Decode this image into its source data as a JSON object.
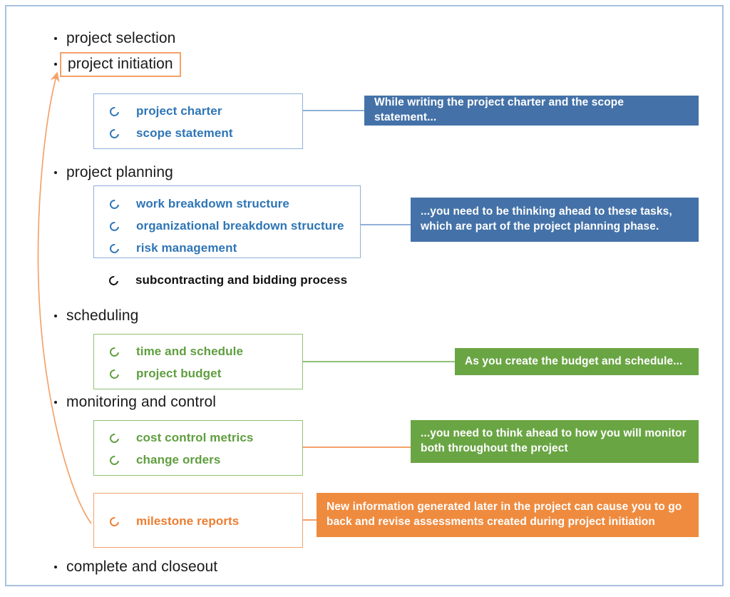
{
  "frame": {
    "border_color": "#a9c0e0"
  },
  "palette": {
    "blue_box_border": "#8fb0d8",
    "blue_text": "#2e75b6",
    "blue_callout_bg": "#4472a8",
    "green_box_border": "#91c177",
    "green_text": "#5f9e3f",
    "green_callout_bg": "#6aa544",
    "orange_box_border": "#f4a26a",
    "orange_text": "#ed7d31",
    "orange_callout_bg": "#ef8b3f",
    "black_text": "#111111"
  },
  "phases": [
    {
      "label": "project selection",
      "highlighted": false
    },
    {
      "label": "project initiation",
      "highlighted": true
    },
    {
      "label": "project planning",
      "highlighted": false
    },
    {
      "label": "scheduling",
      "highlighted": false
    },
    {
      "label": "monitoring and control",
      "highlighted": false
    },
    {
      "label": "complete and closeout",
      "highlighted": false
    }
  ],
  "groups": [
    {
      "name": "initiation-deliverables",
      "color": "blue",
      "items": [
        "project charter",
        "scope statement"
      ]
    },
    {
      "name": "planning-deliverables",
      "color": "blue",
      "items": [
        "work breakdown structure",
        "organizational breakdown structure",
        "risk management"
      ]
    },
    {
      "name": "scheduling-deliverables",
      "color": "green",
      "items": [
        "time and schedule",
        "project budget"
      ]
    },
    {
      "name": "monitoring-deliverables",
      "color": "green",
      "items": [
        "cost control metrics",
        "change orders"
      ]
    },
    {
      "name": "milestone-deliverables",
      "color": "orange",
      "items": [
        "milestone reports"
      ]
    }
  ],
  "standalone_item": {
    "label": "subcontracting and bidding process",
    "color": "black"
  },
  "callouts": [
    {
      "name": "charter-callout",
      "color": "blue",
      "lines": [
        "While writing the project charter and the scope statement..."
      ]
    },
    {
      "name": "planning-callout",
      "color": "blue",
      "lines": [
        "...you need to be thinking ahead to these tasks,",
        "which are part of the project planning phase."
      ]
    },
    {
      "name": "budget-callout",
      "color": "green",
      "lines": [
        "As you create the budget and schedule..."
      ]
    },
    {
      "name": "monitor-callout",
      "color": "green",
      "lines": [
        "...you need to think ahead to how you will monitor",
        "both throughout the project"
      ]
    },
    {
      "name": "revision-callout",
      "color": "orange",
      "lines": [
        "New information generated later in the project can cause you to go",
        "back and revise assessments created during project initiation"
      ]
    }
  ],
  "feedback_arrow": {
    "name": "feedback-arrow",
    "from": "milestone reports",
    "to": "project initiation",
    "color": "#f4a26a"
  }
}
